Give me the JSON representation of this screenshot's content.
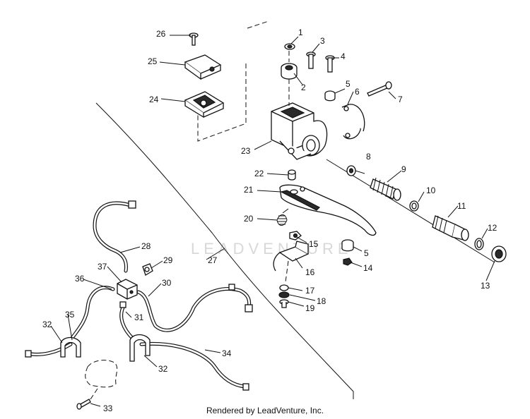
{
  "callouts": [
    "1",
    "2",
    "3",
    "4",
    "5",
    "6",
    "7",
    "8",
    "9",
    "10",
    "11",
    "12",
    "13",
    "14",
    "15",
    "16",
    "17",
    "18",
    "19",
    "20",
    "21",
    "22",
    "23",
    "24",
    "25",
    "26",
    "27",
    "28",
    "29",
    "30",
    "31",
    "32",
    "33",
    "34",
    "35",
    "36",
    "37"
  ],
  "callout_5_second": "5",
  "callout_32_second": "32",
  "footer": "Rendered by LeadVenture, Inc.",
  "watermark": "LEADVENTURE"
}
